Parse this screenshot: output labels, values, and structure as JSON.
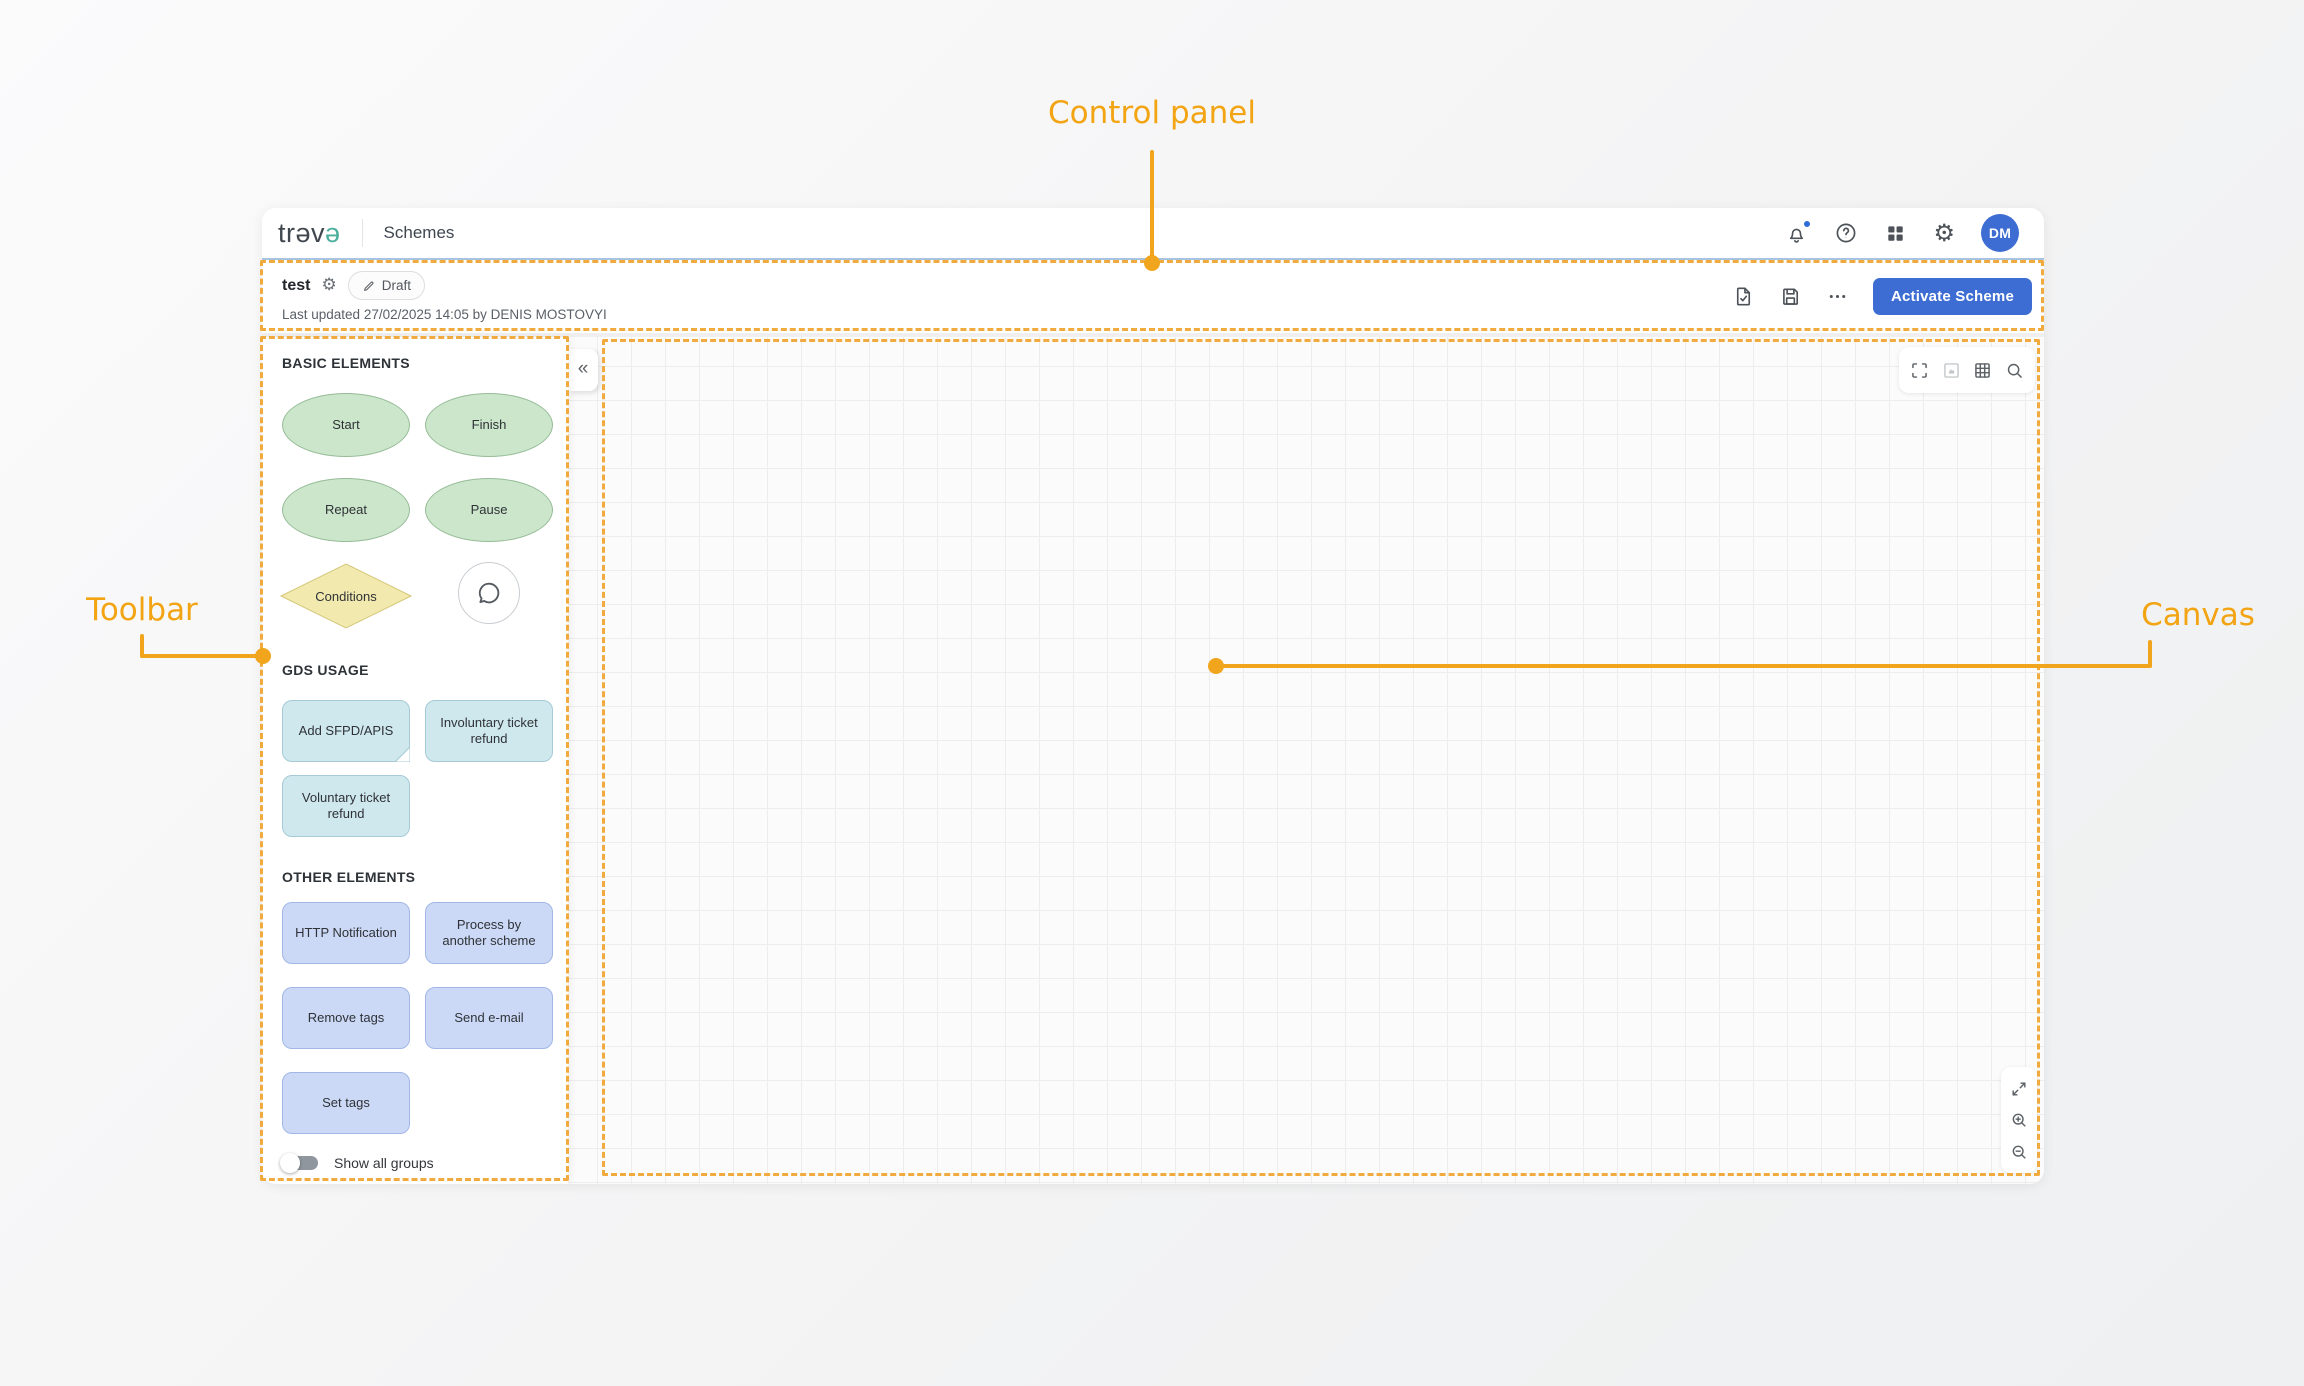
{
  "header": {
    "logo": {
      "prefix": "trəv",
      "accent": "ə"
    },
    "nav_title": "Schemes",
    "icons": [
      "notifications-bell",
      "help",
      "apps-grid",
      "settings-gear"
    ],
    "avatar_initials": "DM"
  },
  "glyphs": {
    "collapse": "«",
    "gear": "⚙"
  },
  "control_panel": {
    "scheme_name": "test",
    "status_badge": "Draft",
    "last_updated": "Last updated 27/02/2025 14:05 by DENIS MOSTOVYI",
    "actions": {
      "icons": [
        "validate-document",
        "save",
        "more-options"
      ],
      "activate_button": "Activate Scheme"
    }
  },
  "toolbar": {
    "sections": {
      "basic": {
        "title": "BASIC ELEMENTS",
        "ovals": [
          "Start",
          "Finish",
          "Repeat",
          "Pause"
        ],
        "diamond": "Conditions",
        "extra": "comment-bubble"
      },
      "gds": {
        "title": "GDS USAGE",
        "items": [
          "Add SFPD/APIS",
          "Involuntary ticket refund",
          "Voluntary ticket refund"
        ]
      },
      "other": {
        "title": "OTHER ELEMENTS",
        "items": [
          "HTTP Notification",
          "Process by another scheme",
          "Remove tags",
          "Send e-mail",
          "Set tags"
        ]
      }
    },
    "show_all_groups_label": "Show all groups",
    "show_all_groups_state": "off"
  },
  "canvas": {
    "top_tools": [
      "fullscreen",
      "minimap",
      "grid",
      "search"
    ],
    "zoom_tools": [
      "expand",
      "zoom-in",
      "zoom-out"
    ]
  },
  "annotations": {
    "control_panel": "Control panel",
    "toolbar": "Toolbar",
    "canvas": "Canvas"
  },
  "colors": {
    "annotation_orange": "#F1A51C",
    "dashed_border_orange": "#F0AA3E",
    "primary_blue": "#3D6DD2",
    "logo_teal": "#4AAE9C",
    "oval_green_fill": "#CBE6CA",
    "diamond_yellow_fill": "#F2E9AE",
    "gds_cyan_fill": "#CEE8EE",
    "other_blue_fill": "#CBD9F6"
  }
}
